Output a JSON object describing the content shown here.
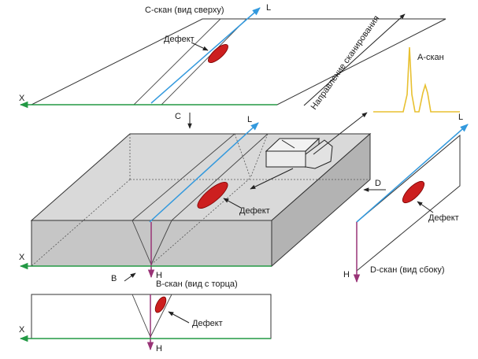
{
  "labels": {
    "c_scan": "С-скан (вид сверху)",
    "b_scan": "В-скан (вид с торца)",
    "d_scan": "D-скан (вид сбоку)",
    "a_scan": "А-скан",
    "scan_direction": "Направление сканирования",
    "defect": "Дефект",
    "axis_x": "X",
    "axis_l": "L",
    "axis_h": "H",
    "view_c": "C",
    "view_b": "B",
    "view_d": "D"
  },
  "colors": {
    "l_axis": "#3399dd",
    "x_axis": "#229944",
    "h_axis": "#993377",
    "defect": "#cc1f1f",
    "a_scan_signal": "#e8c030",
    "block_top": "#d9d9d9",
    "block_front": "#c6c6c6",
    "block_side": "#b3b3b3"
  }
}
